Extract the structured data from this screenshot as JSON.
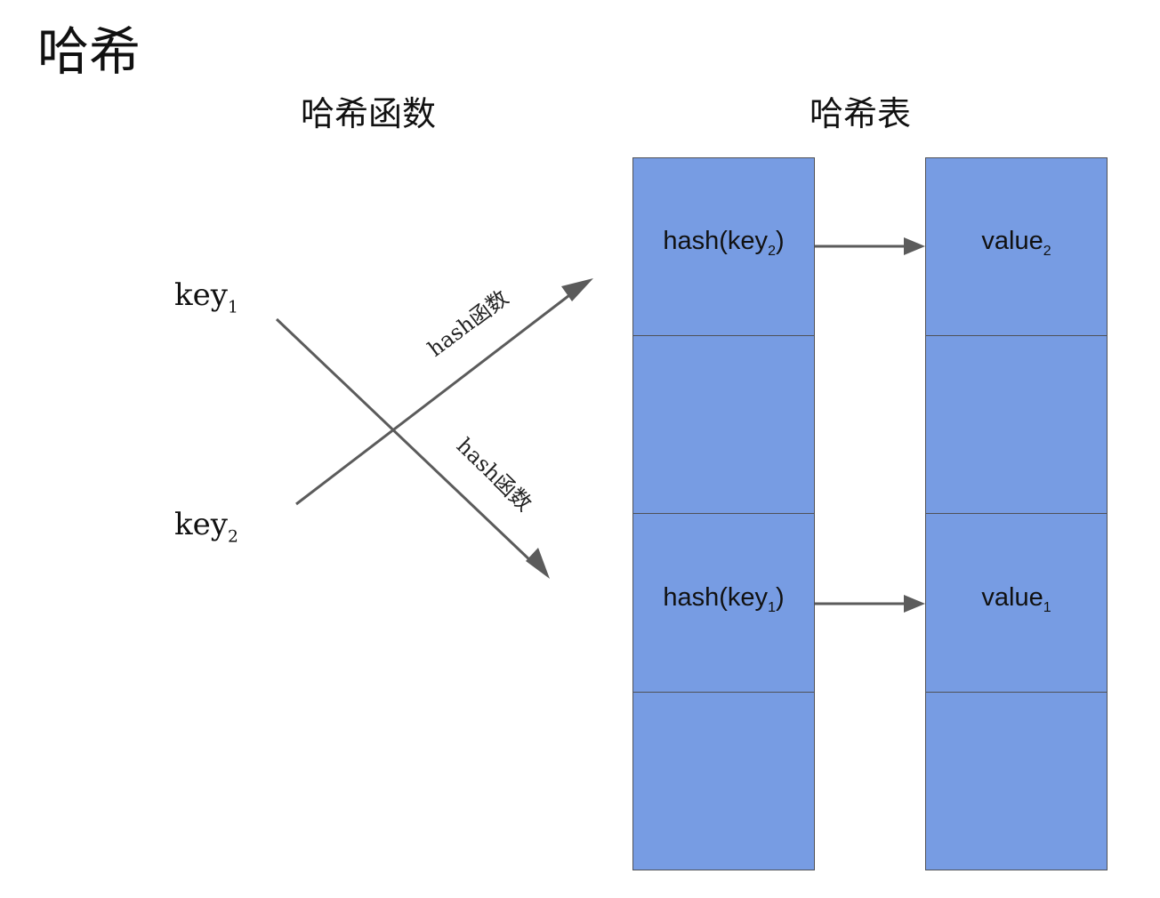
{
  "title": "哈希",
  "headings": {
    "hash_function": "哈希函数",
    "hash_table": "哈希表"
  },
  "keys": [
    {
      "name": "key",
      "sub": "1"
    },
    {
      "name": "key",
      "sub": "2"
    }
  ],
  "arrow_labels": {
    "up": "hash函数",
    "down": "hash函数"
  },
  "table": {
    "left_cells": [
      {
        "text": "hash(key",
        "sub": "2",
        "close": ")"
      },
      {
        "text": "",
        "sub": "",
        "close": ""
      },
      {
        "text": "hash(key",
        "sub": "1",
        "close": ")"
      },
      {
        "text": "",
        "sub": "",
        "close": ""
      }
    ],
    "right_cells": [
      {
        "text": "value",
        "sub": "2"
      },
      {
        "text": "",
        "sub": ""
      },
      {
        "text": "value",
        "sub": "1"
      },
      {
        "text": "",
        "sub": ""
      }
    ]
  },
  "colors": {
    "cell_fill": "#779ce3",
    "cell_border": "#4f5157",
    "arrow": "#5b5b5b"
  }
}
